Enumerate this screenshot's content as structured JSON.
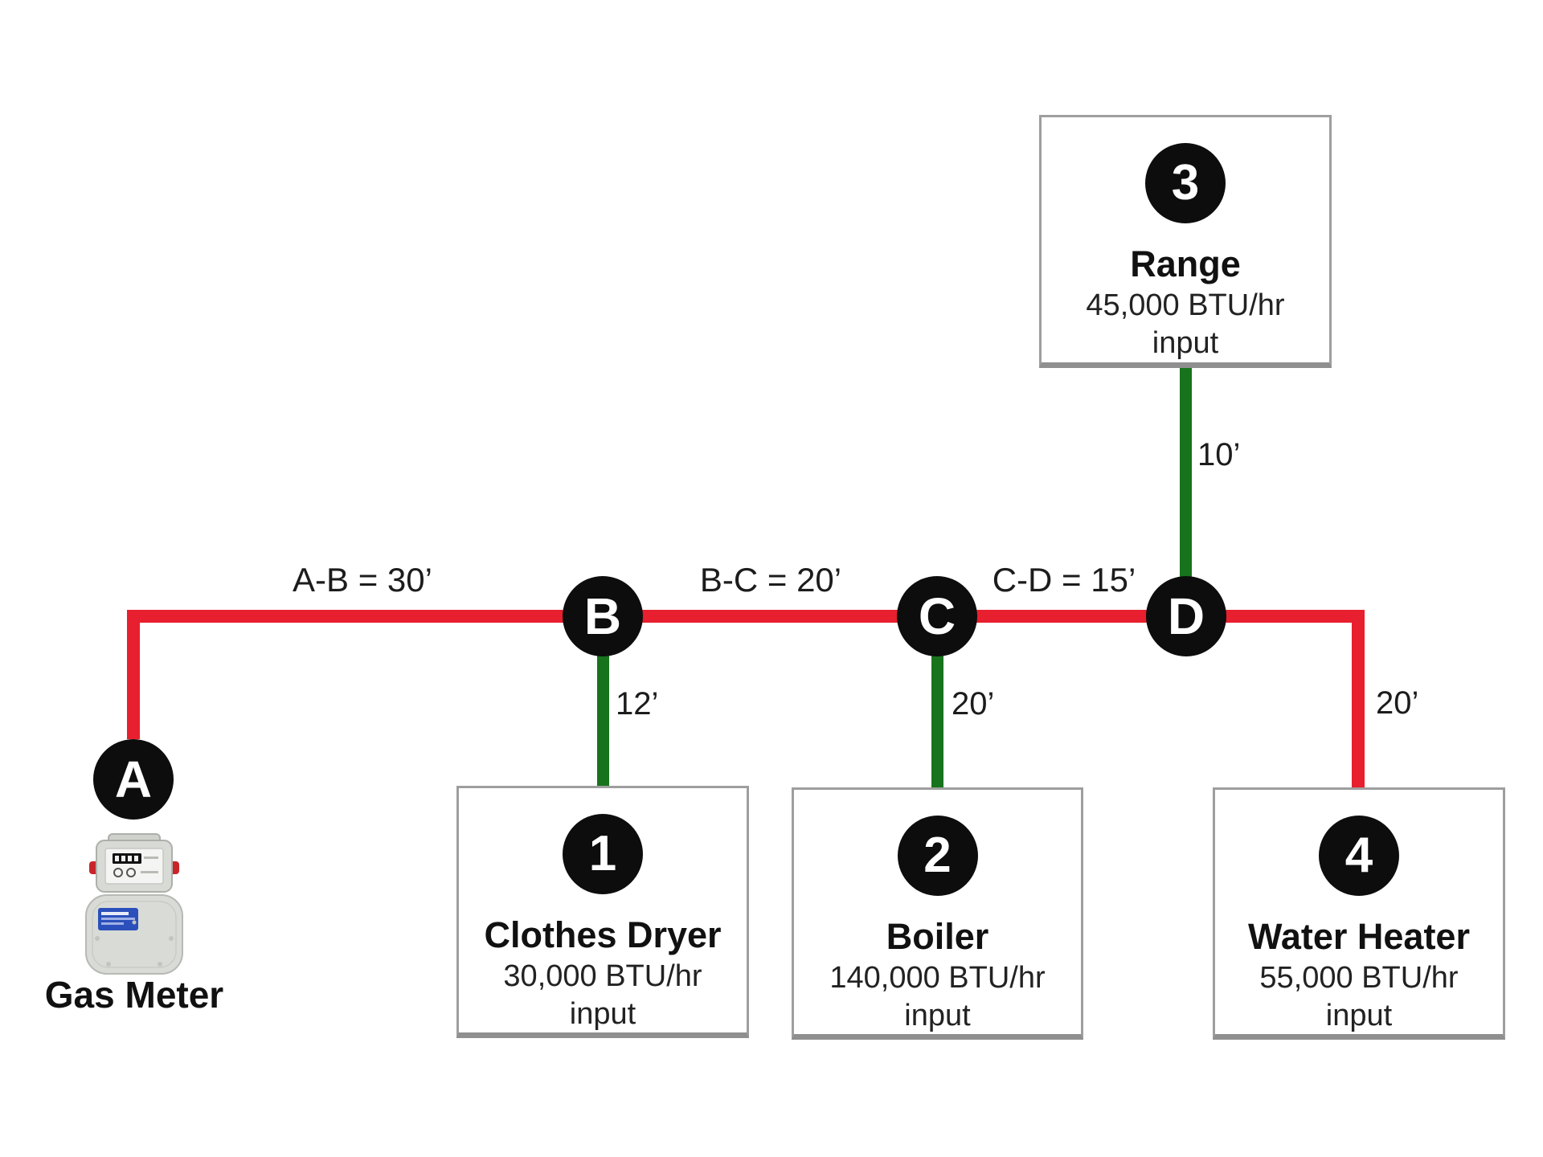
{
  "nodes": [
    {
      "id": "A"
    },
    {
      "id": "B"
    },
    {
      "id": "C"
    },
    {
      "id": "D"
    }
  ],
  "meter": {
    "label": "Gas Meter"
  },
  "segments": [
    {
      "from": "A",
      "to": "B",
      "length_ft": 30,
      "label": "A-B = 30’"
    },
    {
      "from": "B",
      "to": "C",
      "length_ft": 20,
      "label": "B-C = 20’"
    },
    {
      "from": "C",
      "to": "D",
      "length_ft": 15,
      "label": "C-D = 15’"
    }
  ],
  "branches": [
    {
      "from": "B",
      "to": "Clothes Dryer",
      "length_ft": 12,
      "label": "12’"
    },
    {
      "from": "C",
      "to": "Boiler",
      "length_ft": 20,
      "label": "20’"
    },
    {
      "from": "D",
      "to": "Range",
      "length_ft": 10,
      "label": "10’"
    },
    {
      "from": "D",
      "to": "Water Heater",
      "length_ft": 20,
      "label": "20’"
    }
  ],
  "appliances": [
    {
      "number": "1",
      "name": "Clothes Dryer",
      "rating": "30,000 BTU/hr",
      "rating_suffix": "input"
    },
    {
      "number": "2",
      "name": "Boiler",
      "rating": "140,000 BTU/hr",
      "rating_suffix": "input"
    },
    {
      "number": "3",
      "name": "Range",
      "rating": "45,000 BTU/hr",
      "rating_suffix": "input"
    },
    {
      "number": "4",
      "name": "Water Heater",
      "rating": "55,000 BTU/hr",
      "rating_suffix": "input"
    }
  ],
  "colors": {
    "main_pipe": "#e81f2e",
    "branch_pipe": "#17741d",
    "node_fill": "#0d0d0d",
    "node_text": "#ffffff",
    "box_border": "#9e9e9e",
    "text": "#1a1a1a"
  }
}
